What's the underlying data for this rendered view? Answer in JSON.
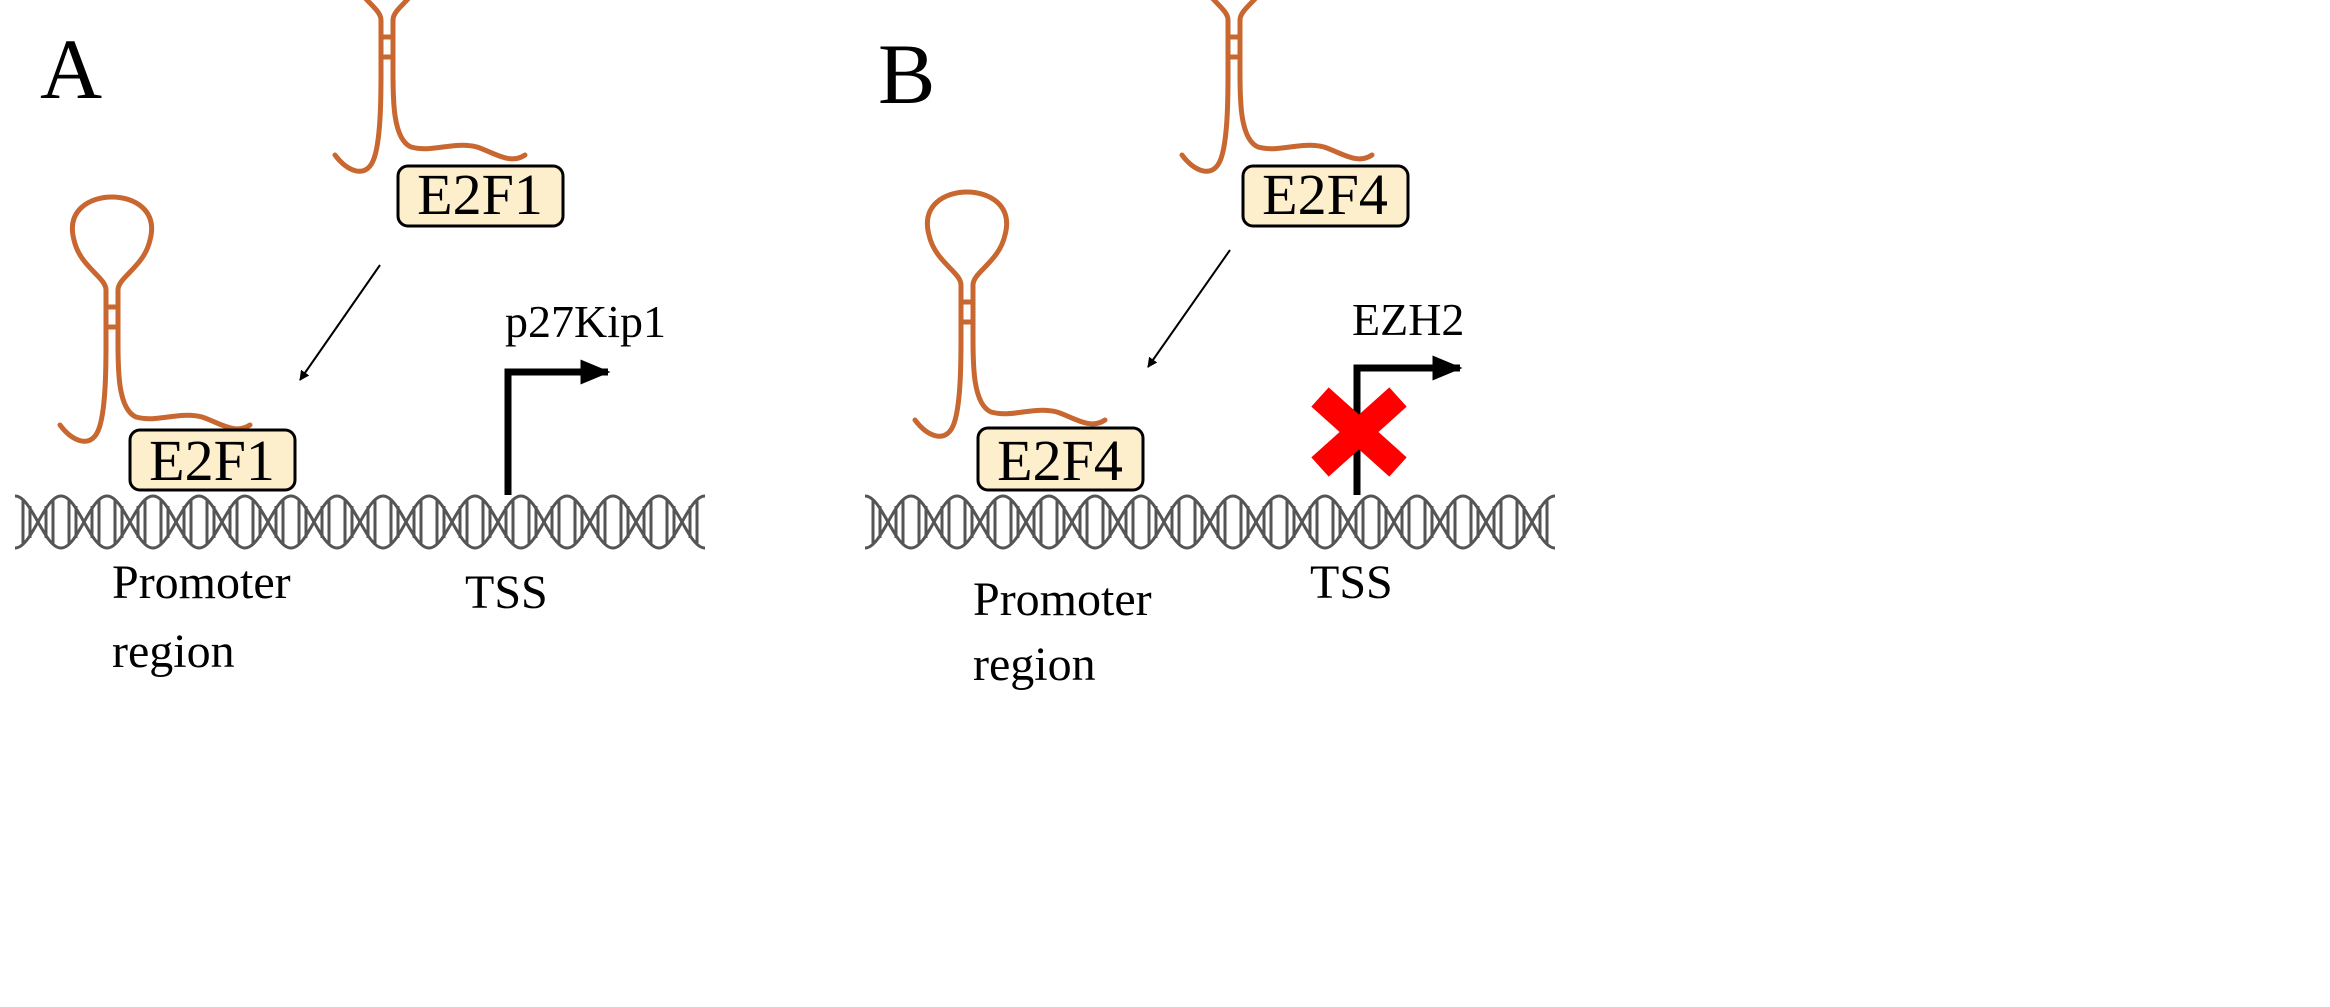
{
  "panels": [
    {
      "letter": "A",
      "factor": "E2F1",
      "gene": "p27Kip1",
      "promoter_line1": "Promoter",
      "promoter_line2": "region",
      "tss": "TSS",
      "repressed": false
    },
    {
      "letter": "B",
      "factor": "E2F4",
      "gene": "EZH2",
      "promoter_line1": "Promoter",
      "promoter_line2": "region",
      "tss": "TSS",
      "repressed": true
    }
  ],
  "colors": {
    "rna": "#c8672f",
    "box_fill": "#fdeecc",
    "box_stroke": "#000000",
    "dna": "#555555",
    "x_mark": "#ff0000"
  },
  "icons": {
    "rna": "lncrna-stem-loop-icon",
    "dna": "dna-helix-icon",
    "arrow": "tss-bent-arrow-icon",
    "block": "red-x-block-icon"
  }
}
